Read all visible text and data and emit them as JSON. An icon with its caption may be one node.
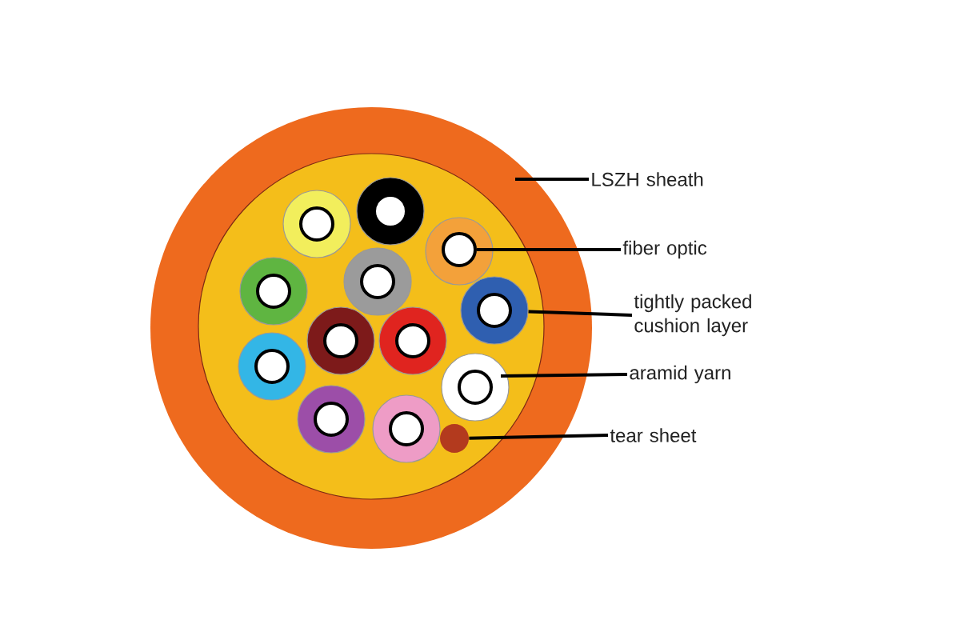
{
  "diagram": {
    "nodes": [
      {
        "text": [
          "LSZH sheath"
        ]
      },
      {
        "text": [
          "fiber optic"
        ]
      },
      {
        "text": [],
        "shape": "circle"
      },
      {
        "text": [
          "tightly packed cushion layer"
        ]
      },
      {
        "text": [],
        "shape": "circle"
      },
      {
        "text": [
          "aramid yarn"
        ]
      },
      {
        "text": [
          "tear sheet"
        ]
      },
      {
        "text": [],
        "shape": "circle"
      }
    ],
    "edges": [
      {
        "from": 0,
        "to": null,
        "arrow": "none"
      },
      {
        "from": 1,
        "to": 2,
        "arrow": "none"
      },
      {
        "from": 3,
        "to": 4,
        "arrow": "none"
      },
      {
        "from": 5,
        "to": null,
        "arrow": "none"
      },
      {
        "from": 6,
        "to": 7,
        "arrow": "none"
      }
    ]
  }
}
